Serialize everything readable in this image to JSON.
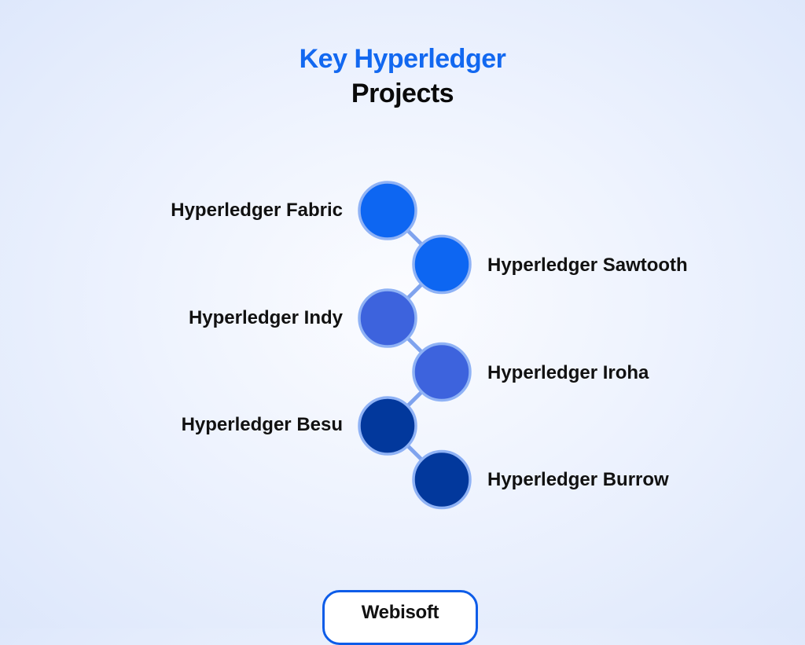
{
  "title": {
    "line1": "Key Hyperledger",
    "line2": "Projects",
    "line1_color": "#1268f0",
    "line2_color": "#0a0a0a"
  },
  "projects": [
    {
      "label": "Hyperledger Fabric",
      "side": "left",
      "color": "#0d66f2"
    },
    {
      "label": "Hyperledger Sawtooth",
      "side": "right",
      "color": "#0d66f2"
    },
    {
      "label": "Hyperledger Indy",
      "side": "left",
      "color": "#3d63dd"
    },
    {
      "label": "Hyperledger Iroha",
      "side": "right",
      "color": "#3d63dd"
    },
    {
      "label": "Hyperledger Besu",
      "side": "left",
      "color": "#02389c"
    },
    {
      "label": "Hyperledger Burrow",
      "side": "right",
      "color": "#02389c"
    }
  ],
  "node_ring_color": "#8fb2f5",
  "connector_color": "#7fa3ee",
  "brand": {
    "name": "Webisoft",
    "border_color": "#0d5ce8"
  }
}
